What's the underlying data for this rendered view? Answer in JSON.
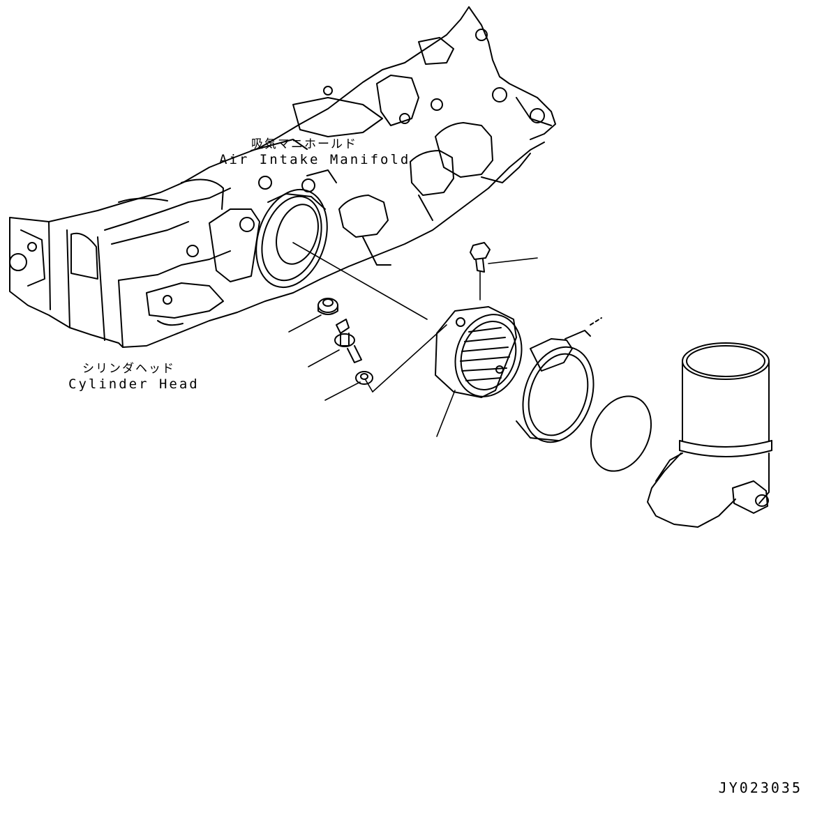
{
  "labels": {
    "air_intake_manifold": {
      "jp": "吸気マニホールド",
      "en": "Air Intake Manifold"
    },
    "cylinder_head": {
      "jp": "シリンダヘッド",
      "en": "Cylinder Head"
    }
  },
  "drawing_code": "JY023035",
  "colors": {
    "line": "#000000",
    "background": "#ffffff"
  }
}
